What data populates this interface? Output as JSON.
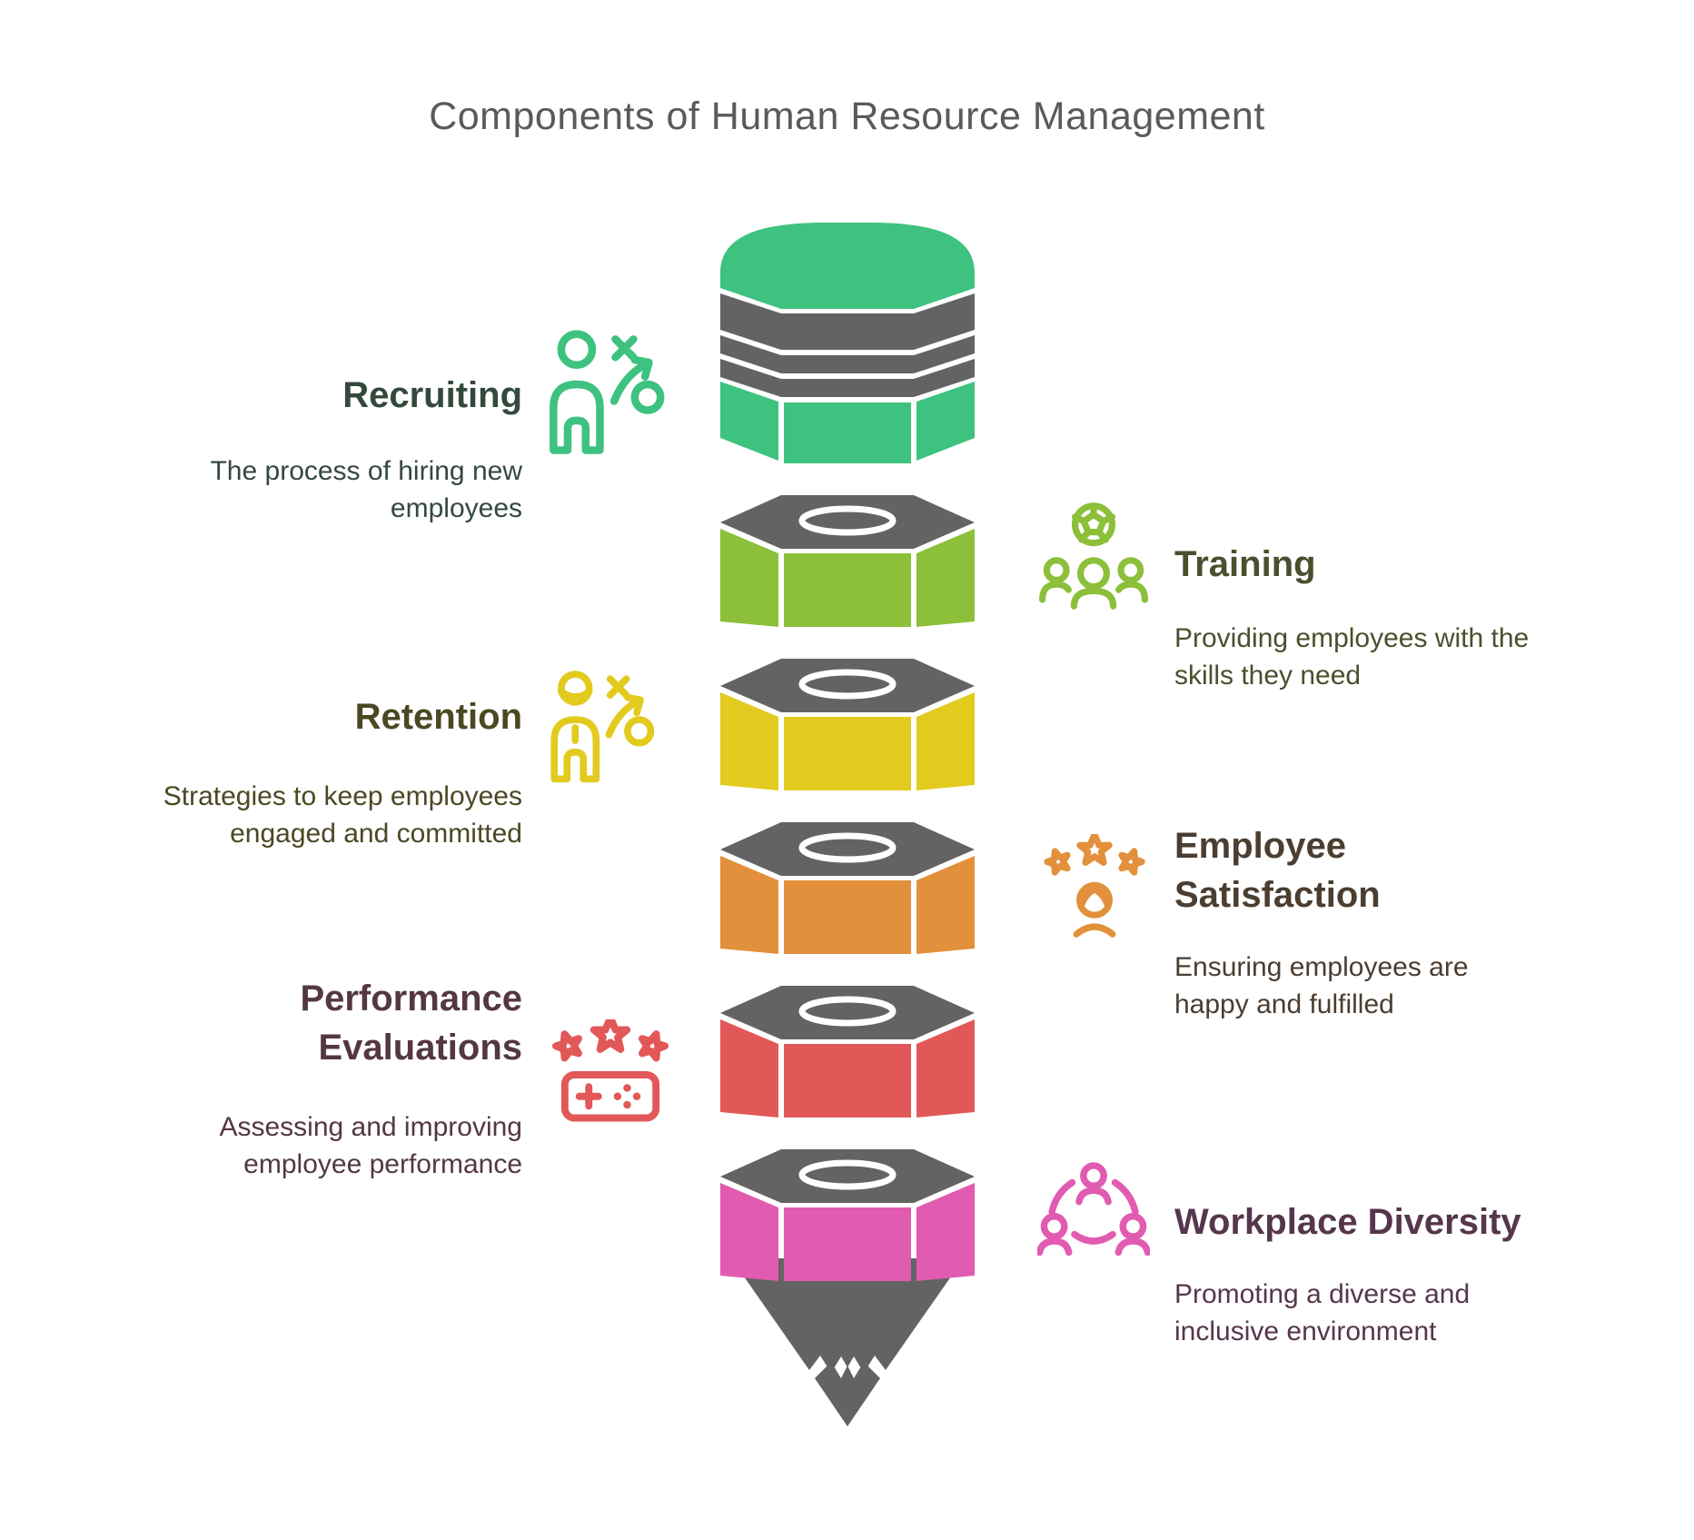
{
  "title": "Components of Human Resource Management",
  "title_color": "#595a5c",
  "pencil": {
    "gray": "#636363",
    "white": "#ffffff"
  },
  "sections": [
    {
      "name": "Recruiting",
      "side": "left",
      "heading": "Recruiting",
      "description": "The process of hiring new employees",
      "color": "#3ec27f",
      "text_color": "#33493c",
      "icon": "person-strategy-icon"
    },
    {
      "name": "Training",
      "side": "right",
      "heading": "Training",
      "description": "Providing employees with the skills they need",
      "color": "#8cbf3a",
      "text_color": "#4a4f2d",
      "icon": "team-training-icon"
    },
    {
      "name": "Retention",
      "side": "left",
      "heading": "Retention",
      "description": "Strategies to keep employees engaged and committed",
      "color": "#e2cb1e",
      "text_color": "#4b4823",
      "icon": "person-strategy-capped-icon"
    },
    {
      "name": "Employee Satisfaction",
      "side": "right",
      "heading": "Employee Satisfaction",
      "description": "Ensuring employees are happy and fulfilled",
      "color": "#e2903b",
      "text_color": "#4b3d30",
      "icon": "person-stars-icon"
    },
    {
      "name": "Performance Evaluations",
      "side": "left",
      "heading": "Performance Evaluations",
      "description": "Assessing and improving employee performance",
      "color": "#e25858",
      "text_color": "#54383f",
      "icon": "stars-controller-icon"
    },
    {
      "name": "Workplace Diversity",
      "side": "right",
      "heading": "Workplace Diversity",
      "description": "Promoting a diverse and inclusive environment",
      "color": "#e15bb1",
      "text_color": "#55374d",
      "icon": "people-network-icon"
    }
  ]
}
